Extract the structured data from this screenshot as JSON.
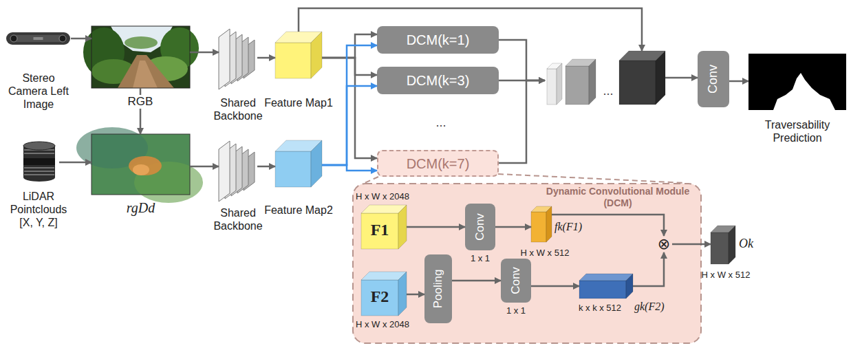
{
  "diagram": {
    "nodes": [
      {
        "text": [
          "Stereo Camera Left Image"
        ]
      },
      {
        "text": [
          "RGB"
        ]
      },
      {
        "text": [
          "Shared Backbone"
        ]
      },
      {
        "text": [
          "Feature Map1"
        ]
      },
      {
        "text": [
          "DCM(k=1)"
        ]
      },
      {
        "text": [
          "DCM(k=3)"
        ]
      },
      {
        "text": [
          "DCM(k=7)"
        ]
      },
      {
        "text": [
          "..."
        ]
      },
      {
        "text": [
          "Conv"
        ]
      },
      {
        "text": [
          "Traversability Prediction"
        ]
      },
      {
        "text": [
          "LiDAR Pointclouds [X, Y, Z]"
        ]
      },
      {
        "text": [
          "rgDd"
        ]
      },
      {
        "text": [
          "Shared Backbone"
        ]
      },
      {
        "text": [
          "Feature Map2"
        ]
      },
      {
        "text": [
          "Dynamic Convolutional Module (DCM)"
        ]
      },
      {
        "text": [
          "F1",
          "H x W x 2048"
        ],
        "in": 14
      },
      {
        "text": [
          "Conv",
          "1 x 1"
        ],
        "in": 14
      },
      {
        "text": [
          "fk(F1)",
          "H x W x 512"
        ],
        "in": 14
      },
      {
        "text": [
          "F2",
          "H x W x 2048"
        ],
        "in": 14
      },
      {
        "text": [
          "Pooling"
        ],
        "in": 14
      },
      {
        "text": [
          "Conv",
          "1 x 1"
        ],
        "in": 14
      },
      {
        "text": [
          "gk(F2)",
          "k x k x 512"
        ],
        "in": 14
      },
      {
        "text": [
          "⊗"
        ],
        "in": 14
      },
      {
        "text": [
          "Ok",
          "H x W x 512"
        ]
      }
    ],
    "edges": [
      {
        "from": 0,
        "to": 1,
        "arrow": "to"
      },
      {
        "from": 1,
        "to": 2,
        "arrow": "to"
      },
      {
        "from": 2,
        "to": 3,
        "arrow": "to"
      },
      {
        "from": 3,
        "to": 4,
        "arrow": "to"
      },
      {
        "from": 3,
        "to": 5,
        "arrow": "to"
      },
      {
        "from": 3,
        "to": 6,
        "arrow": "to"
      },
      {
        "from": 3,
        "to": 7,
        "arrow": "to"
      },
      {
        "from": 4,
        "to": 7,
        "arrow": "to"
      },
      {
        "from": 5,
        "to": 7,
        "arrow": "to"
      },
      {
        "from": 6,
        "to": 7,
        "arrow": "to"
      },
      {
        "from": 7,
        "to": 8,
        "arrow": "to"
      },
      {
        "from": 8,
        "to": 9,
        "arrow": "to"
      },
      {
        "from": 10,
        "to": 11,
        "arrow": "to"
      },
      {
        "from": 1,
        "to": 11,
        "arrow": "to"
      },
      {
        "from": 11,
        "to": 12,
        "arrow": "to"
      },
      {
        "from": 12,
        "to": 13,
        "arrow": "to"
      },
      {
        "from": 13,
        "to": 4,
        "arrow": "to"
      },
      {
        "from": 13,
        "to": 5,
        "arrow": "to"
      },
      {
        "from": 13,
        "to": 6,
        "arrow": "to"
      },
      {
        "from": 15,
        "to": 16,
        "arrow": "to"
      },
      {
        "from": 16,
        "to": 17,
        "arrow": "to"
      },
      {
        "from": 17,
        "to": 22,
        "arrow": "to"
      },
      {
        "from": 18,
        "to": 19,
        "arrow": "to"
      },
      {
        "from": 19,
        "to": 20,
        "arrow": "to"
      },
      {
        "from": 20,
        "to": 21,
        "arrow": "to"
      },
      {
        "from": 21,
        "to": 22,
        "arrow": "to"
      },
      {
        "from": 22,
        "to": 23,
        "arrow": "to"
      }
    ],
    "labels": [
      "..."
    ]
  }
}
